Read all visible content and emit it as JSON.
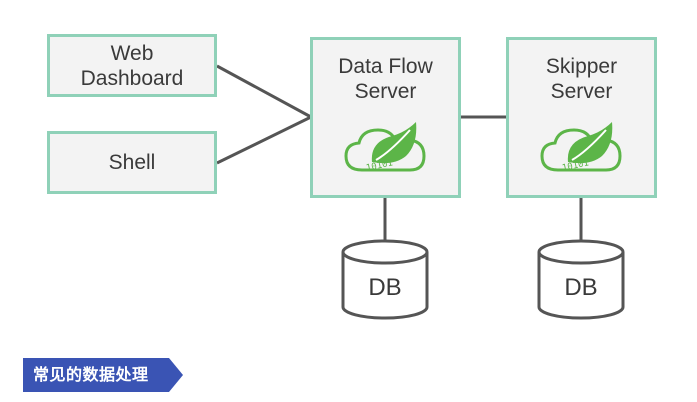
{
  "diagram": {
    "web_dashboard_label": "Web\nDashboard",
    "shell_label": "Shell",
    "data_flow_server_label": "Data Flow\nServer",
    "skipper_server_label": "Skipper\nServer",
    "db1_label": "DB",
    "db2_label": "DB",
    "logo_icon": "spring-cloud-leaf-icon",
    "logo_digits": "10101"
  },
  "banner": {
    "text": "常见的数据处理",
    "color": "#3a54b4"
  },
  "colors": {
    "box_border": "#8fd1b8",
    "box_fill": "#f3f3f3",
    "line": "#555555",
    "logo_green": "#5cb548"
  }
}
